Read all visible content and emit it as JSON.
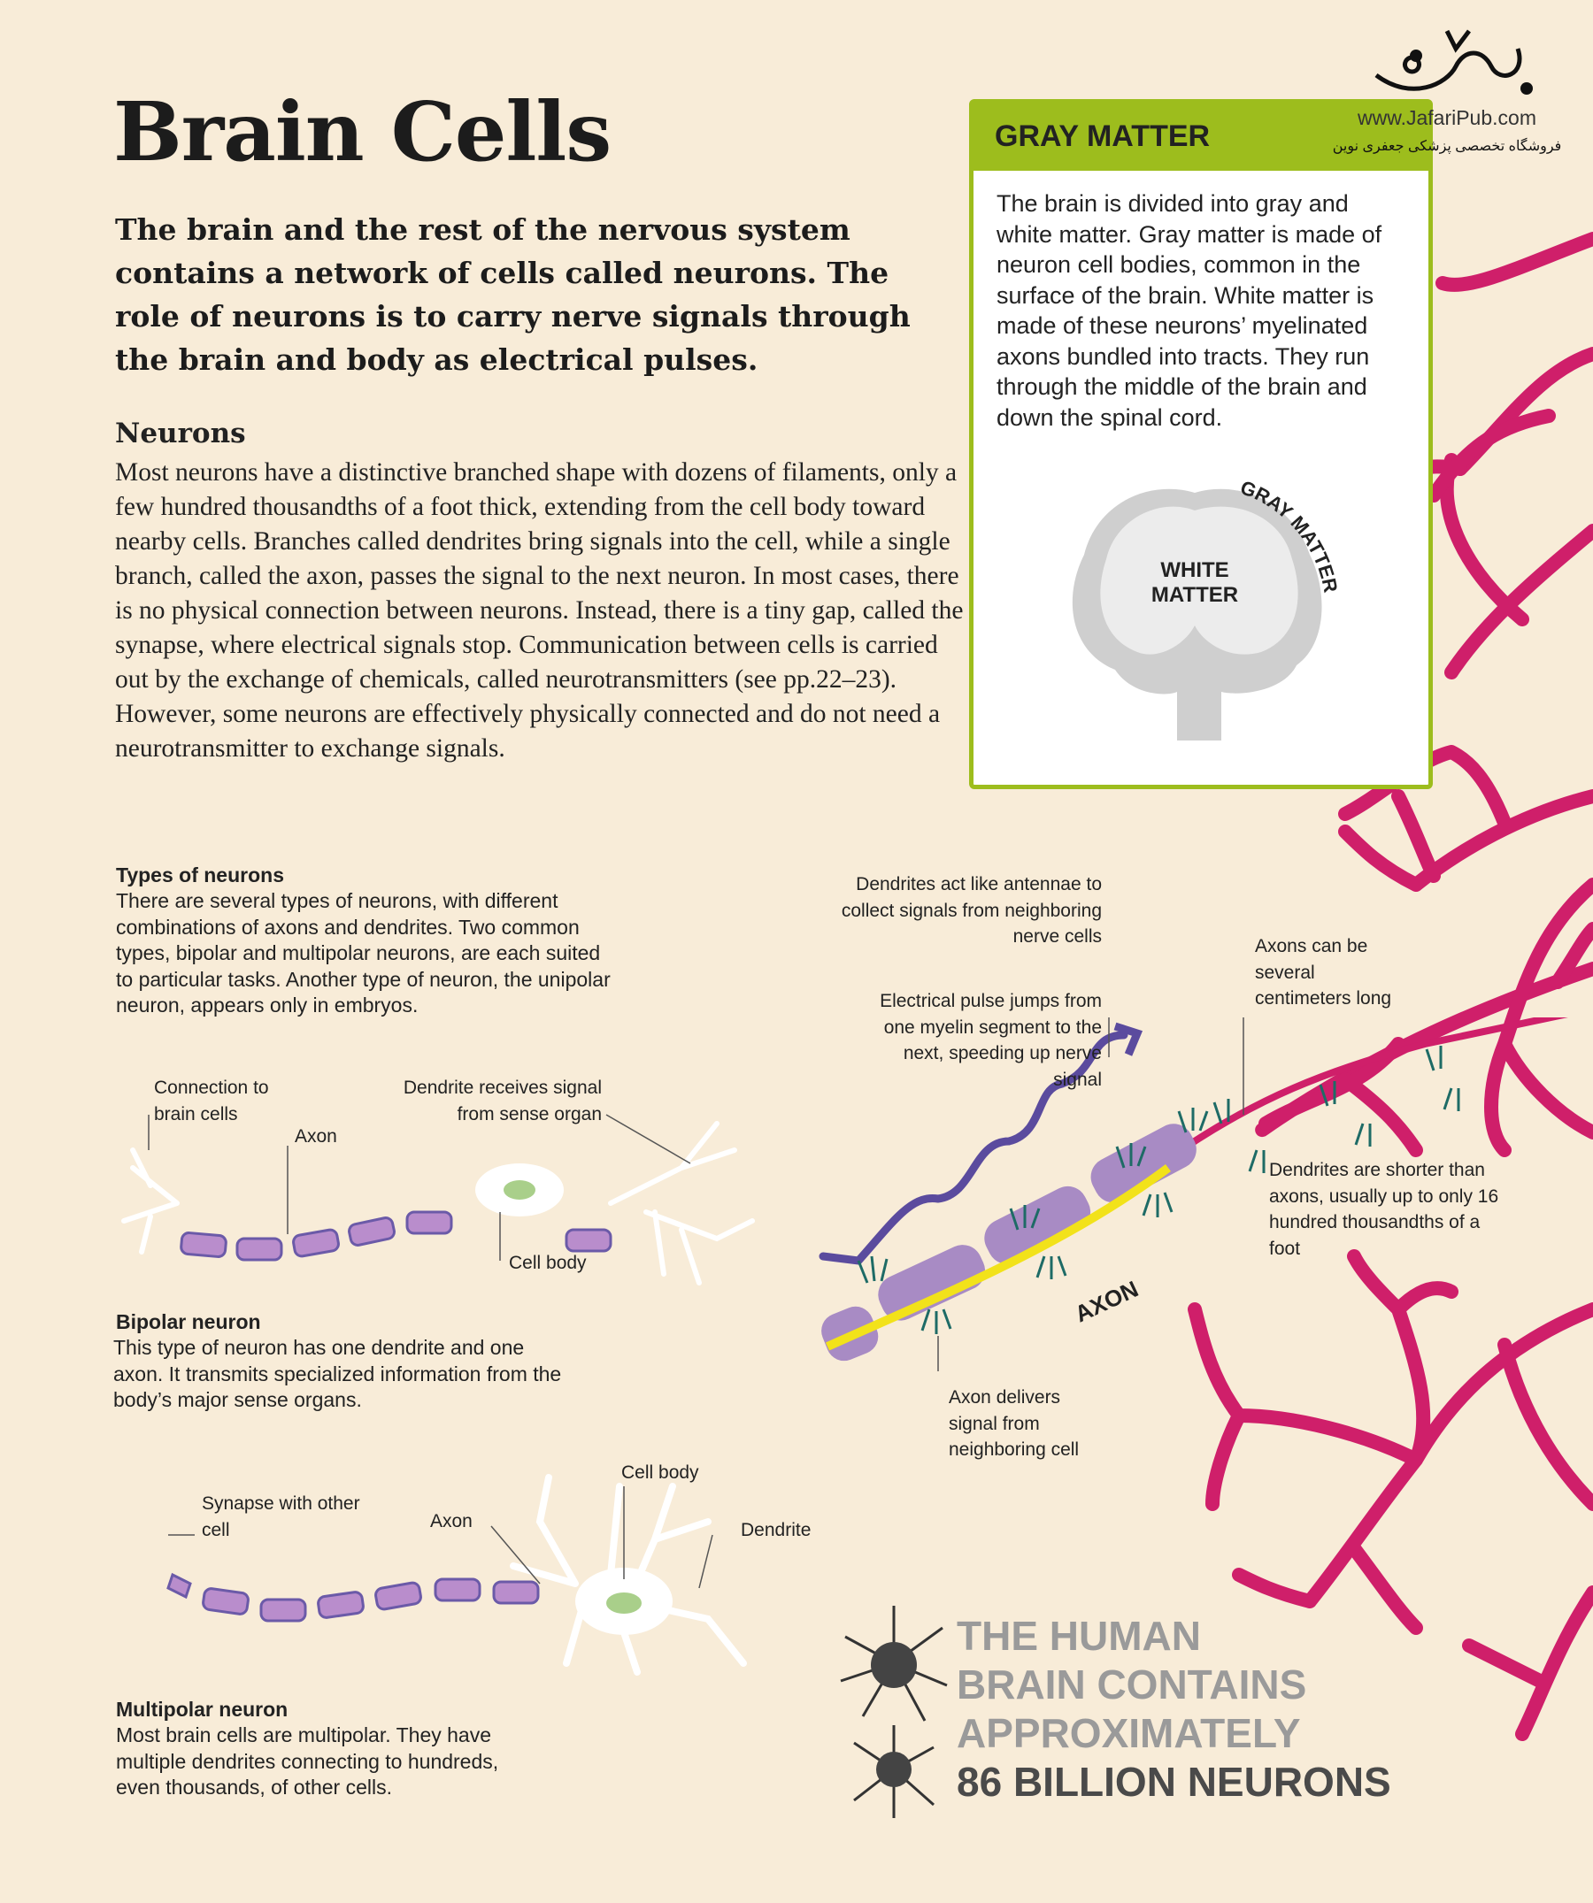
{
  "title": "Brain Cells",
  "intro": "The brain and the rest of the nervous system contains a network of cells called neurons. The role of neurons is to carry nerve signals through the brain and body as electrical pulses.",
  "neurons": {
    "heading": "Neurons",
    "body": "Most neurons have a distinctive branched shape with dozens of filaments, only a few hundred thousandths of a foot thick, extending from the cell body toward nearby cells. Branches called dendrites bring signals into the cell, while a single branch, called the axon, passes the signal to the next neuron. In most cases, there is no physical connection between neurons. Instead, there is a tiny gap, called the synapse, where electrical signals stop. Communication between cells is carried out by the exchange of chemicals, called neurotransmitters (see pp.22–23). However, some neurons are effectively physically connected and do not need a neurotransmitter to exchange signals."
  },
  "gray_matter": {
    "heading": "GRAY MATTER",
    "body": "The brain is divided into gray and white matter. Gray matter is made of neuron cell bodies, common in the surface of the brain. White matter is made of these neurons’ myelinated axons bundled into tracts. They run through the middle of the brain and down the spinal cord.",
    "white_label_1": "WHITE",
    "white_label_2": "MATTER",
    "gray_label": "GRAY MATTER"
  },
  "logo": {
    "url": "www.JafariPub.com",
    "tagline": "فروشگاه تخصصی پزشکی جعفری نوین"
  },
  "types": {
    "heading": "Types of neurons",
    "body": "There are several types of neurons, with different combinations of axons and dendrites. Two common types, bipolar and multipolar neurons, are each suited to particular tasks. Another type of neuron, the unipolar neuron, appears only in embryos."
  },
  "bipolar": {
    "connection": "Connection to brain cells",
    "axon": "Axon",
    "dendrite": "Dendrite receives signal from sense organ",
    "cell_body": "Cell body",
    "heading": "Bipolar neuron",
    "body": "This type of neuron has one dendrite and one axon. It transmits specialized information from the body’s major sense organs."
  },
  "multipolar": {
    "synapse": "Synapse with other cell",
    "axon": "Axon",
    "cell_body": "Cell body",
    "dendrite": "Dendrite",
    "heading": "Multipolar neuron",
    "body": "Most brain cells are multipolar. They have multiple dendrites connecting to hundreds, even thousands, of other cells."
  },
  "axon_diagram": {
    "dendrites_antennae": "Dendrites act like antennae to collect signals from neighboring nerve cells",
    "pulse": "Electrical pulse jumps from one myelin segment to the next, speeding up nerve signal",
    "axons_long": "Axons can be several centimeters long",
    "dendrites_short": "Dendrites are shorter than axons, usually up to only 16 hundred thousandths of a foot",
    "delivers": "Axon delivers signal from neighboring cell",
    "axon_label": "AXON"
  },
  "fact": {
    "line1": "THE HUMAN",
    "line2": "BRAIN CONTAINS",
    "line3": "APPROXIMATELY",
    "line4": "86 BILLION NEURONS"
  },
  "colors": {
    "background": "#f8ecd8",
    "accent_green": "#9dbd1d",
    "dendrite_pink": "#cf1f6a",
    "myelin_purple": "#a88bc4",
    "axon_yellow": "#f2e21a"
  }
}
